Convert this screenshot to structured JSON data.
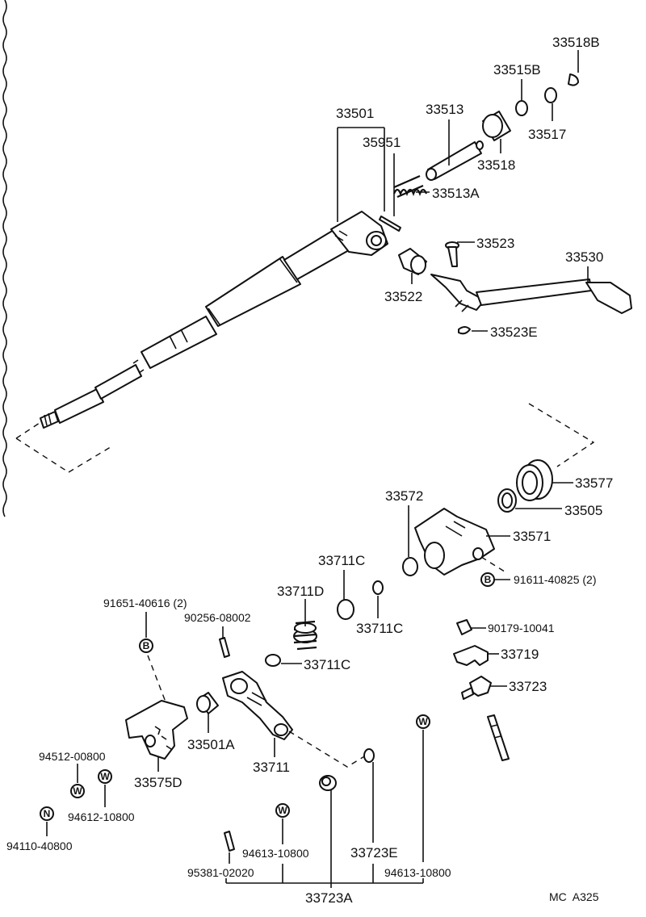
{
  "parts": {
    "p33501": "33501",
    "p35951": "35951",
    "p33513": "33513",
    "p33513A": "33513A",
    "p33515B": "33515B",
    "p33518B": "33518B",
    "p33517": "33517",
    "p33518": "33518",
    "p33523": "33523",
    "p33530": "33530",
    "p33522": "33522",
    "p33523E": "33523E",
    "p33577": "33577",
    "p33505": "33505",
    "p33572": "33572",
    "p33571": "33571",
    "p91611": "91611-40825 (2)",
    "p33711C_a": "33711C",
    "p33711D": "33711D",
    "p33711C_b": "33711C",
    "p33711C_c": "33711C",
    "p91651": "91651-40616 (2)",
    "p90256": "90256-08002",
    "p90179": "90179-10041",
    "p33719": "33719",
    "p33723": "33723",
    "p33501A": "33501A",
    "p33711": "33711",
    "p94512": "94512-00800",
    "p33575D": "33575D",
    "p94612": "94612-10800",
    "p94110": "94110-40800",
    "p94613a": "94613-10800",
    "p33723E": "33723E",
    "p95381": "95381-02020",
    "p94613b": "94613-10800",
    "p33723A": "33723A"
  },
  "symbols": {
    "bolt": "B",
    "washer": "W",
    "nut": "N"
  },
  "footer": {
    "code": "MC  A325"
  }
}
